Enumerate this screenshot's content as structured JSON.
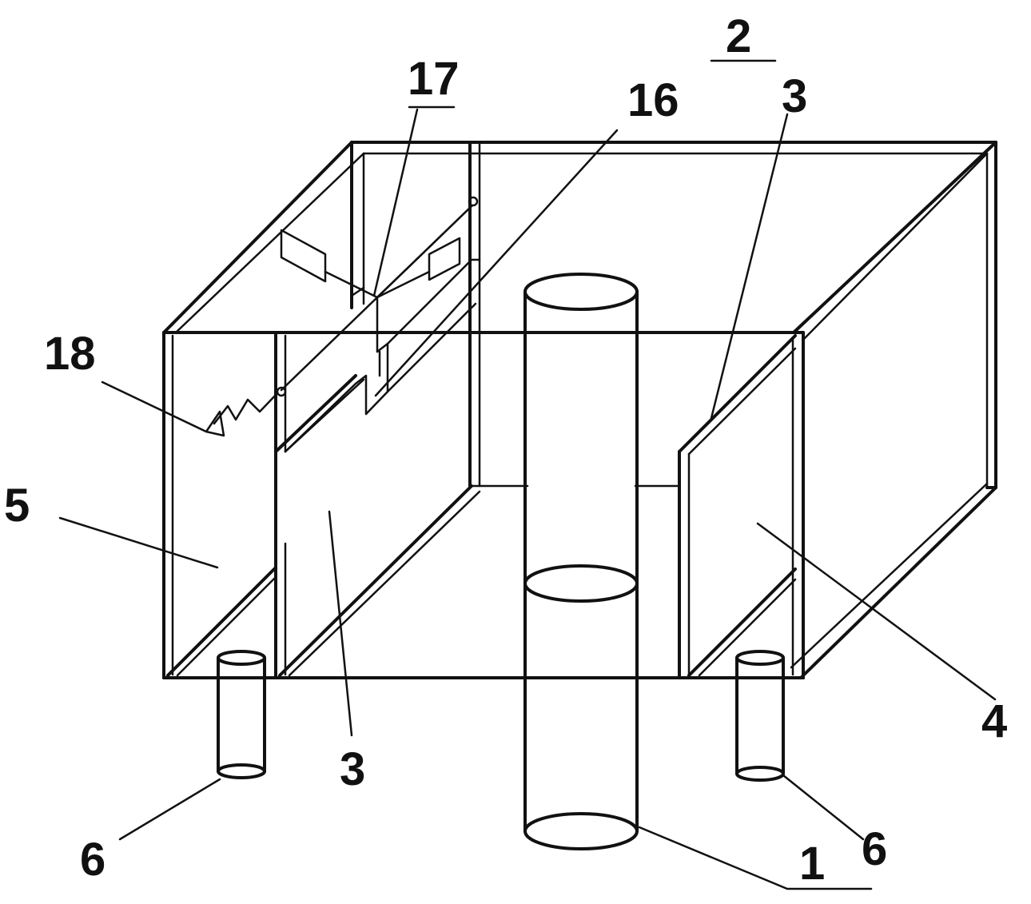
{
  "labels": {
    "l1": "1",
    "l2": "2",
    "l3a": "3",
    "l3b": "3",
    "l4": "4",
    "l5": "5",
    "l6a": "6",
    "l6b": "6",
    "l16": "16",
    "l17": "17",
    "l18": "18"
  },
  "colors": {
    "stroke": "#111111",
    "background": "#ffffff"
  }
}
